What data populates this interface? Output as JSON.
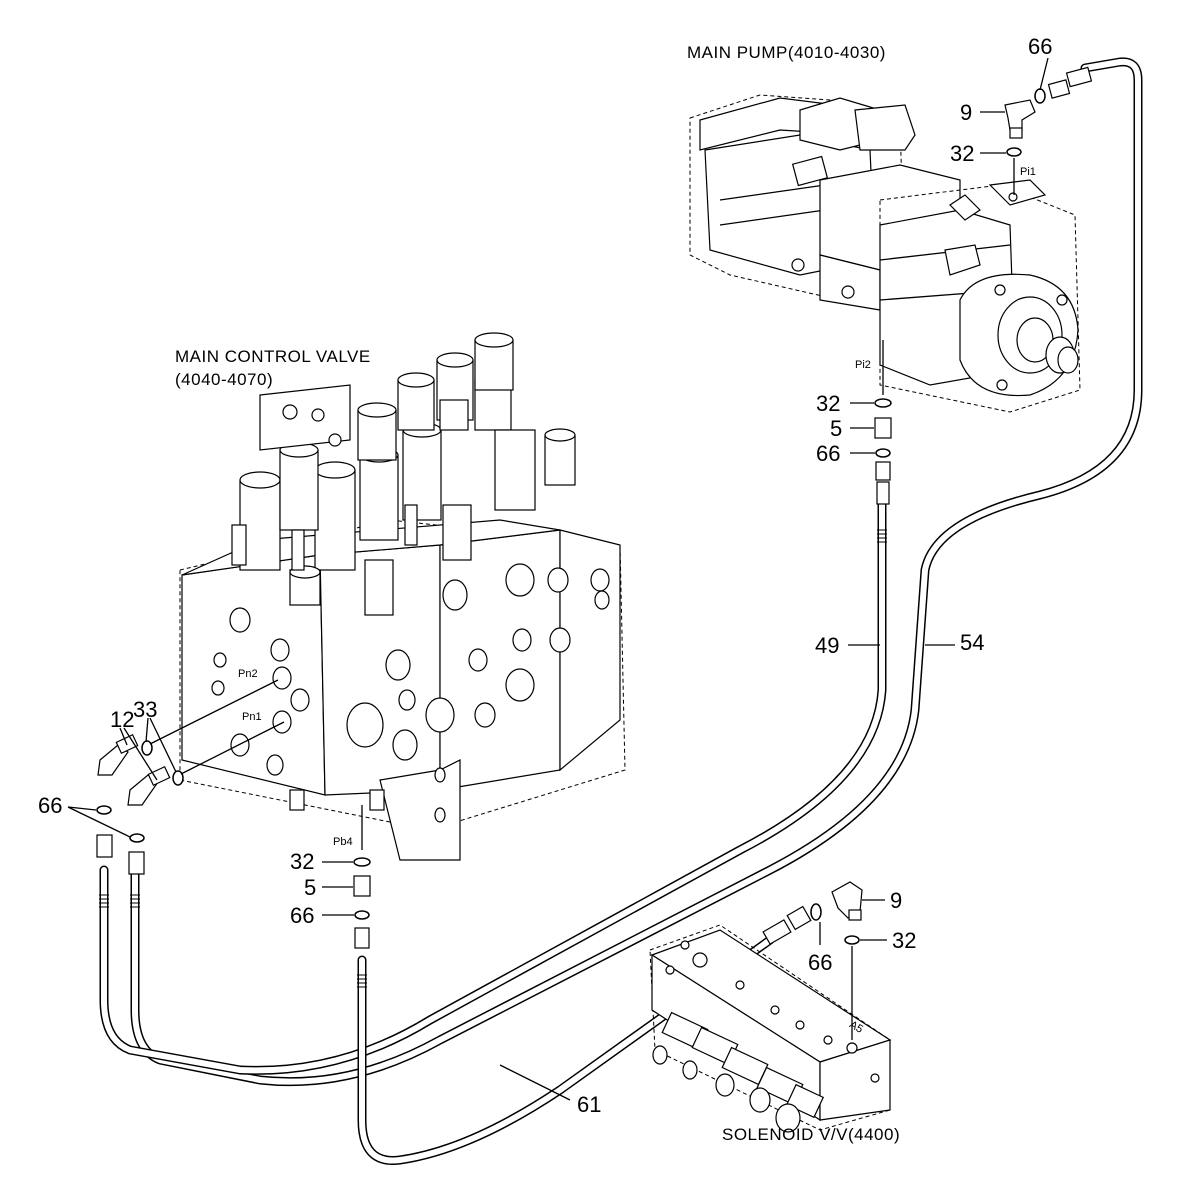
{
  "titles": {
    "main_pump": "MAIN PUMP(4010-4030)",
    "main_control_valve_1": "MAIN CONTROL VALVE",
    "main_control_valve_2": "(4040-4070)",
    "solenoid_valve": "SOLENOID V/V(4400)"
  },
  "ports": {
    "pi1": "Pi1",
    "pi2": "Pi2",
    "pn2": "Pn2",
    "pn1": "Pn1",
    "pb4": "Pb4",
    "a5": "A5"
  },
  "callouts": {
    "pump_66": "66",
    "pump_9": "9",
    "pump_32": "32",
    "pi2_32": "32",
    "pi2_5": "5",
    "pi2_66": "66",
    "hose_49": "49",
    "hose_54": "54",
    "valve_12": "12",
    "valve_33": "33",
    "valve_66": "66",
    "pb4_32": "32",
    "pb4_5": "5",
    "pb4_66": "66",
    "sol_9": "9",
    "sol_32": "32",
    "sol_66": "66",
    "hose_61": "61"
  }
}
